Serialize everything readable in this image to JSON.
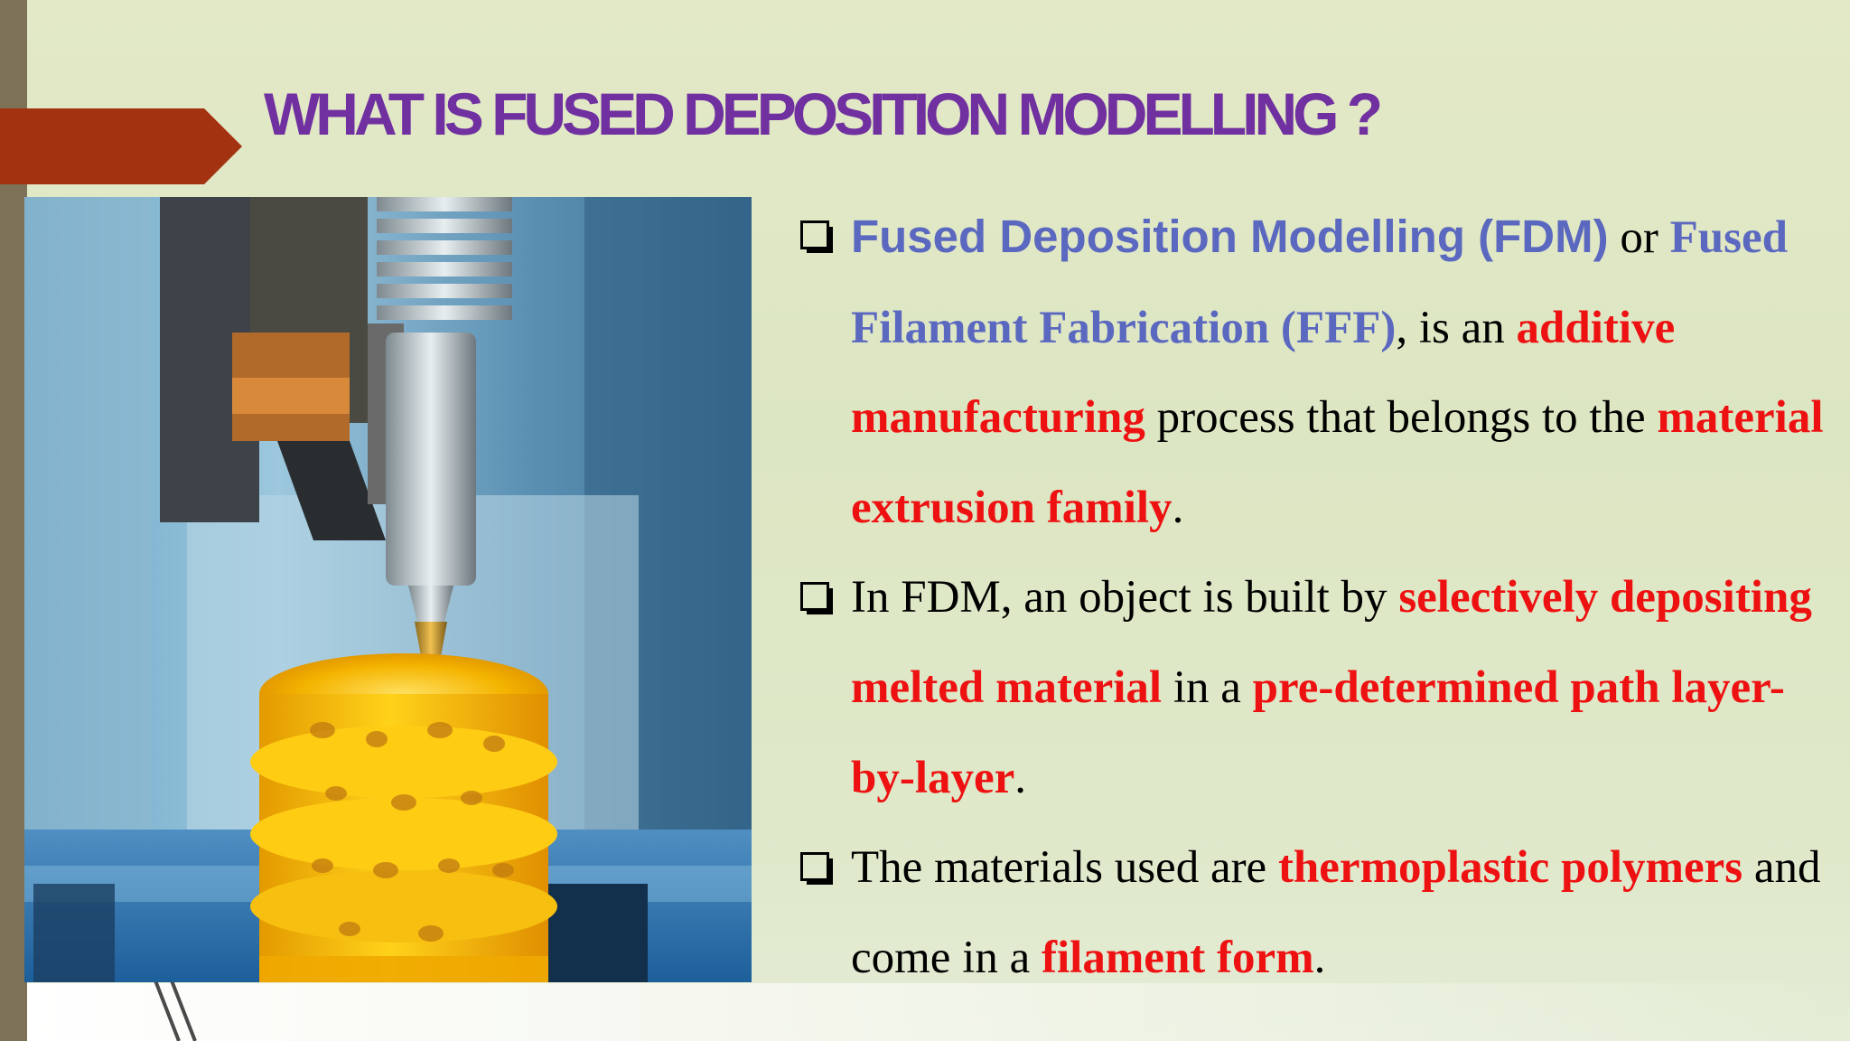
{
  "slide": {
    "title": "WHAT IS FUSED DEPOSITION MODELLING ?",
    "colors": {
      "title": "#7030a0",
      "highlight_blue": "#5b68c0",
      "highlight_red": "#ee1111",
      "arrow": "#a33210",
      "left_bar": "#7d7257",
      "background": "#e3e9c7"
    },
    "image": {
      "icon": "fdm-printer-nozzle-photo"
    },
    "bullets": [
      {
        "parts": [
          {
            "text": "Fused Deposition Modelling (FDM)",
            "style": "blue-sans"
          },
          {
            "text": " or ",
            "style": "plain"
          },
          {
            "text": "Fused Filament Fabrication (FFF)",
            "style": "blue"
          },
          {
            "text": ", is an ",
            "style": "plain"
          },
          {
            "text": "additive manufacturing",
            "style": "red"
          },
          {
            "text": " process that belongs to the ",
            "style": "plain"
          },
          {
            "text": "material extrusion family",
            "style": "red"
          },
          {
            "text": ".",
            "style": "plain"
          }
        ]
      },
      {
        "parts": [
          {
            "text": "In FDM, an object is built by ",
            "style": "plain"
          },
          {
            "text": "selectively depositing melted material",
            "style": "red"
          },
          {
            "text": " in a ",
            "style": "plain"
          },
          {
            "text": "pre-determined path layer-by-layer",
            "style": "red"
          },
          {
            "text": ".",
            "style": "plain"
          }
        ]
      },
      {
        "parts": [
          {
            "text": "The materials used are ",
            "style": "plain"
          },
          {
            "text": "thermoplastic polymers",
            "style": "red"
          },
          {
            "text": " and come in a ",
            "style": "plain"
          },
          {
            "text": "filament form",
            "style": "red"
          },
          {
            "text": ".",
            "style": "plain"
          }
        ]
      }
    ]
  }
}
